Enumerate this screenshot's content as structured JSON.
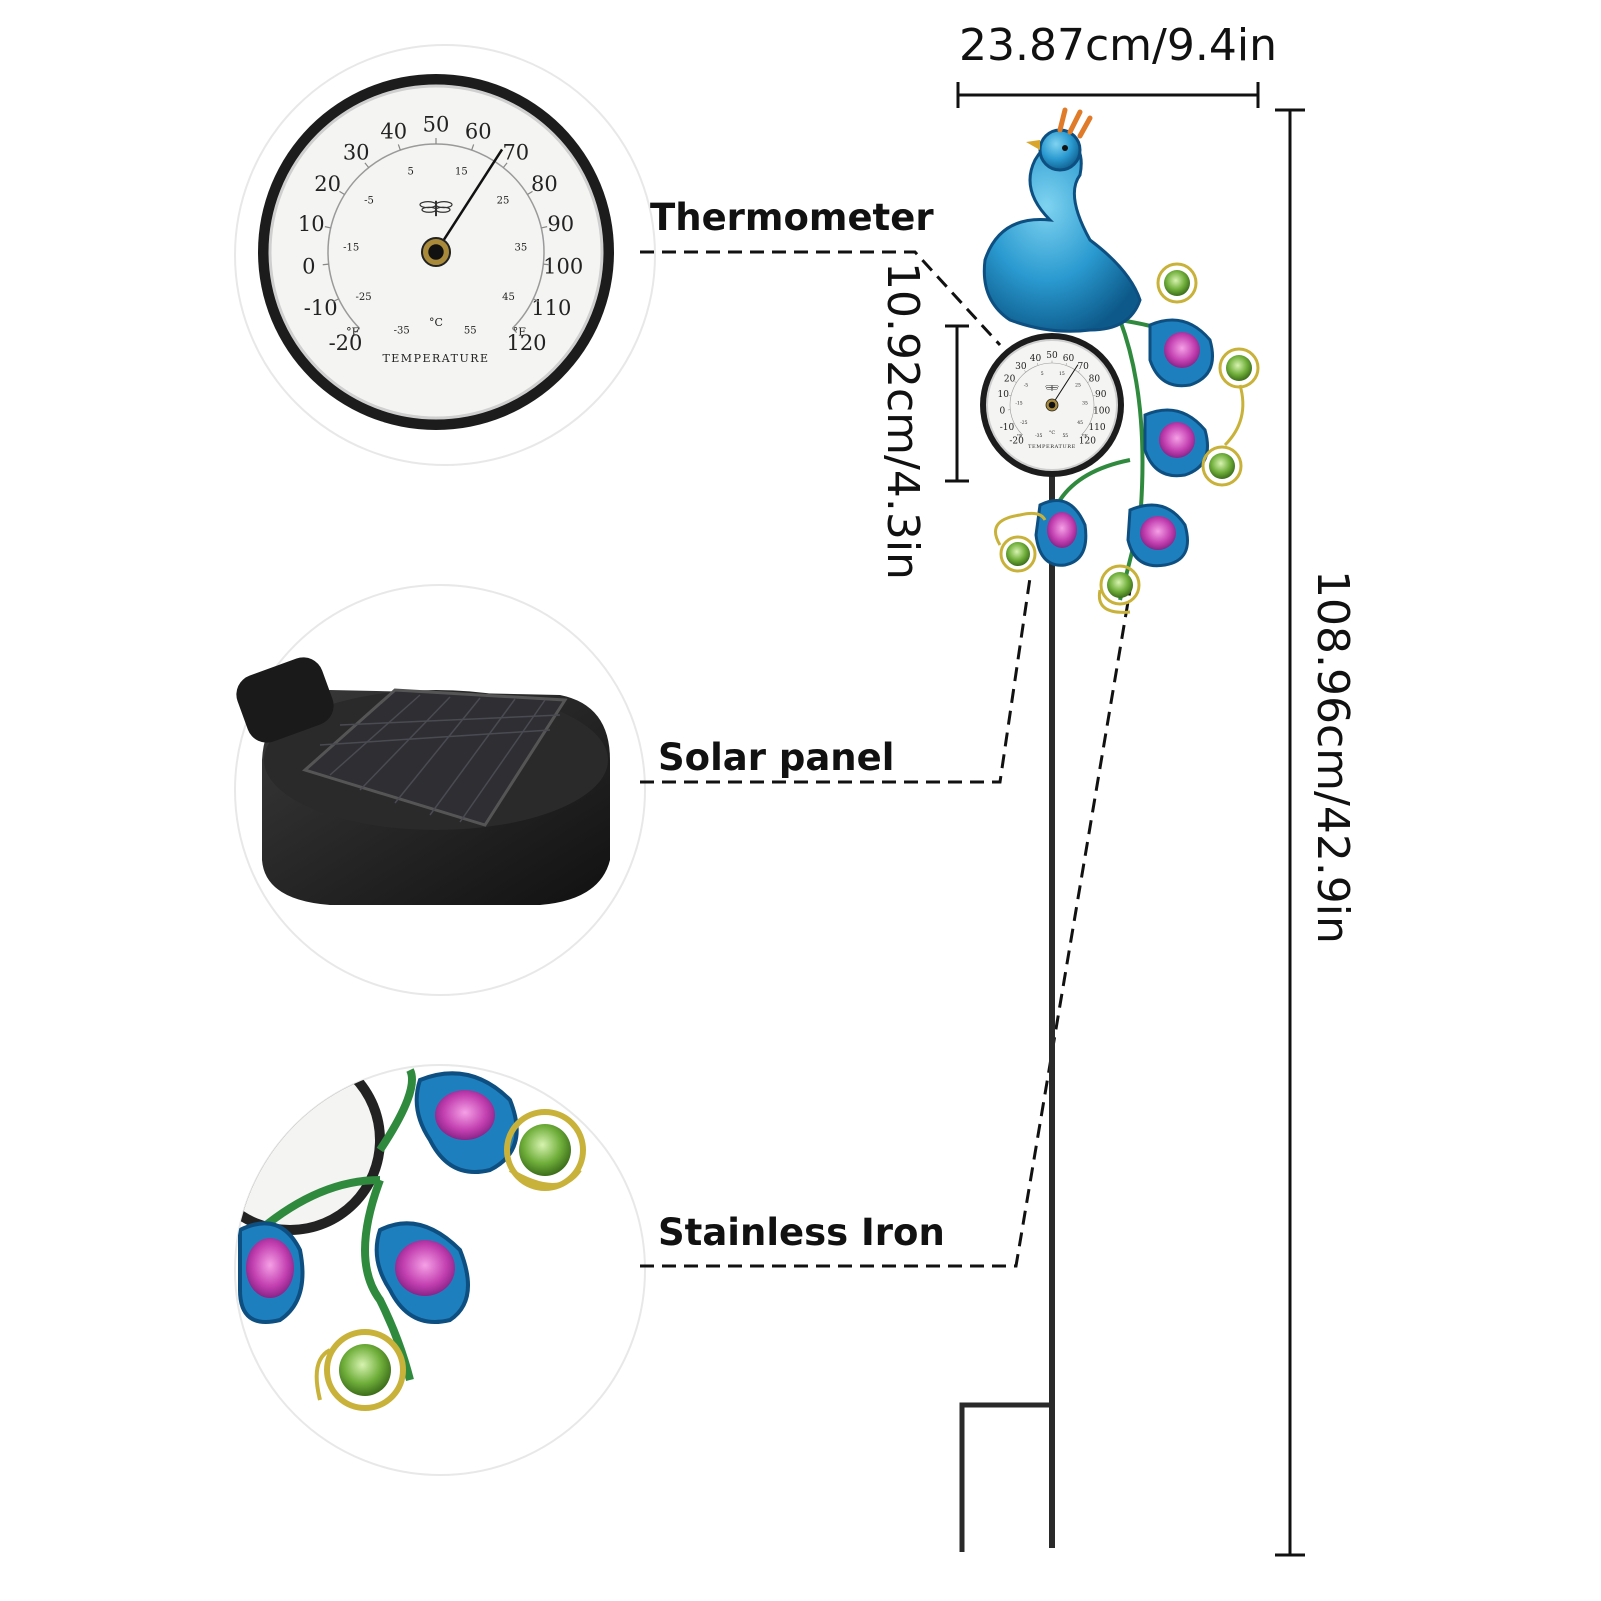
{
  "labels": {
    "thermometer": "Thermometer",
    "solar_panel": "Solar panel",
    "stainless_iron": "Stainless Iron"
  },
  "dimensions": {
    "width": "23.87cm/9.4in",
    "dial": "10.92cm/4.3in",
    "height": "108.96cm/42.9in"
  },
  "thermometer_dial": {
    "f_scale": [
      "-20",
      "-10",
      "0",
      "10",
      "20",
      "30",
      "40",
      "50",
      "60",
      "70",
      "80",
      "90",
      "100",
      "110",
      "120"
    ],
    "c_scale": [
      "-35",
      "-25",
      "-15",
      "-5",
      "5",
      "15",
      "25",
      "35",
      "45",
      "55"
    ],
    "unit_f": "°F",
    "unit_c": "°C",
    "caption": "TEMPERATURE",
    "needle_reading_f": 67
  },
  "colors": {
    "peacock_blue": "#2a9ad0",
    "feather_magenta": "#c23fb0",
    "gem_green": "#6fae3a",
    "gold": "#c9b23a",
    "stake": "#2a2a2a",
    "lines": "#111111"
  },
  "icons": {
    "dragonfly": "dragonfly-icon"
  }
}
